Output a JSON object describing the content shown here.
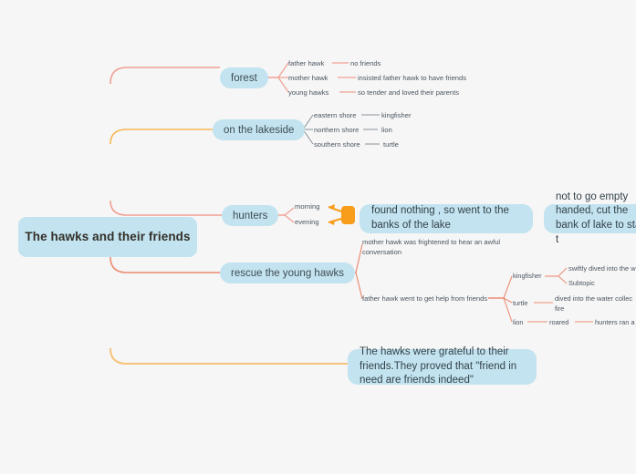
{
  "canvas": {
    "background": "#f6f6f6",
    "trunk_color_top": "#e8544a",
    "trunk_color_bottom": "#f79d1e",
    "branch_color_salmon": "#f0a093",
    "branch_color_gray": "#7a838c",
    "node_fill": "#c2e3ef",
    "node_text": "#3a4a52",
    "marker_color": "#f89c1c"
  },
  "root": {
    "label": "The hawks and their friends"
  },
  "branches": [
    {
      "id": "forest",
      "label": "forest",
      "children": [
        {
          "label": "father hawk",
          "detail": "no friends"
        },
        {
          "label": "mother hawk",
          "detail": "insisted father hawk to have friends"
        },
        {
          "label": "young hawks",
          "detail": "so tender and loved their parents"
        }
      ]
    },
    {
      "id": "lakeside",
      "label": "on the lakeside",
      "children": [
        {
          "label": "eastern shore",
          "detail": "kingfisher"
        },
        {
          "label": "northern shore",
          "detail": "lion"
        },
        {
          "label": "southern shore",
          "detail": "turtle"
        }
      ]
    },
    {
      "id": "hunters",
      "label": "hunters",
      "children": [
        {
          "label": "morning"
        },
        {
          "label": "evening"
        }
      ],
      "marker": "orange-square-marker",
      "result_primary": "found nothing , so went to the banks of the lake",
      "result_secondary": "not to go empty handed, cut the bank of lake to stay t"
    },
    {
      "id": "rescue",
      "label": "rescue the young hawks",
      "children": [
        {
          "label": "mother hawk was frightened to hear an awful conversation"
        },
        {
          "label": "father hawk went to get help from friends",
          "children": [
            {
              "label": "kingfisher",
              "children": [
                {
                  "label": "swiftly dived into the w"
                },
                {
                  "label": "Subtopic"
                }
              ]
            },
            {
              "label": "turtle",
              "detail": "dived into the water collec fire"
            },
            {
              "label": "lion",
              "detail": "roared",
              "detail2": "hunters ran a"
            }
          ]
        }
      ]
    }
  ],
  "conclusion": {
    "label": "The hawks were grateful to their friends.They proved that \"friend in need are friends indeed\""
  }
}
